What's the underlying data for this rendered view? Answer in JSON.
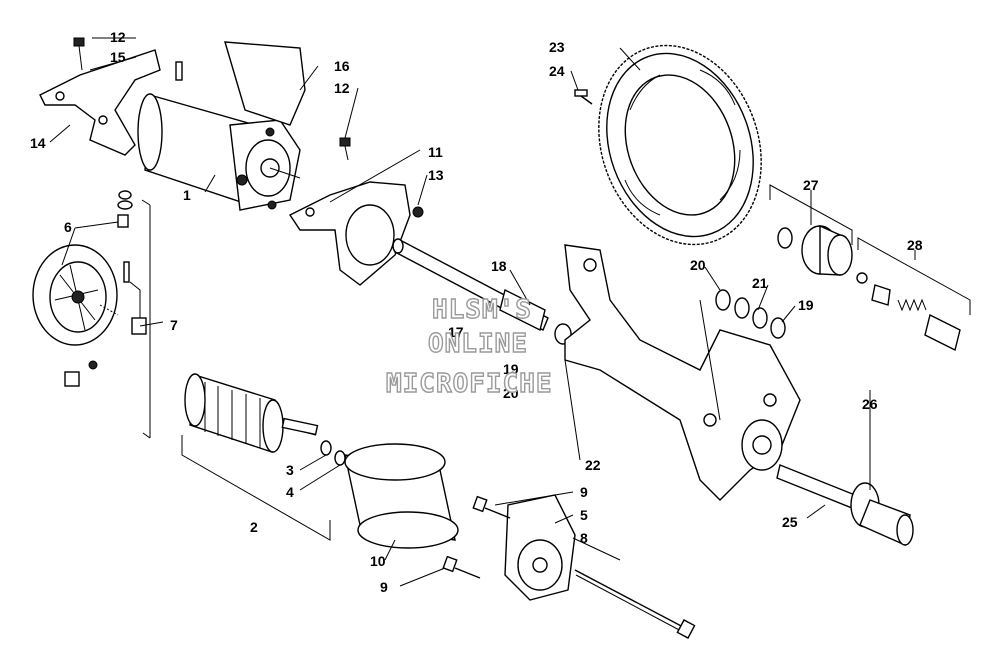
{
  "callouts": {
    "c1": "1",
    "c2": "2",
    "c3": "3",
    "c4": "4",
    "c5": "5",
    "c6": "6",
    "c7": "7",
    "c8": "8",
    "c9a": "9",
    "c9b": "9",
    "c10": "10",
    "c11": "11",
    "c12a": "12",
    "c12b": "12",
    "c13": "13",
    "c14": "14",
    "c15": "15",
    "c16": "16",
    "c17": "17",
    "c18": "18",
    "c19a": "19",
    "c19b": "19",
    "c20a": "20",
    "c20b": "20",
    "c21": "21",
    "c22": "22",
    "c23": "23",
    "c24": "24",
    "c25": "25",
    "c26": "26",
    "c27": "27",
    "c28": "28"
  },
  "watermark": {
    "line1": "HLSM'S",
    "line2": "ONLINE",
    "line3": "MICROFICHE"
  }
}
